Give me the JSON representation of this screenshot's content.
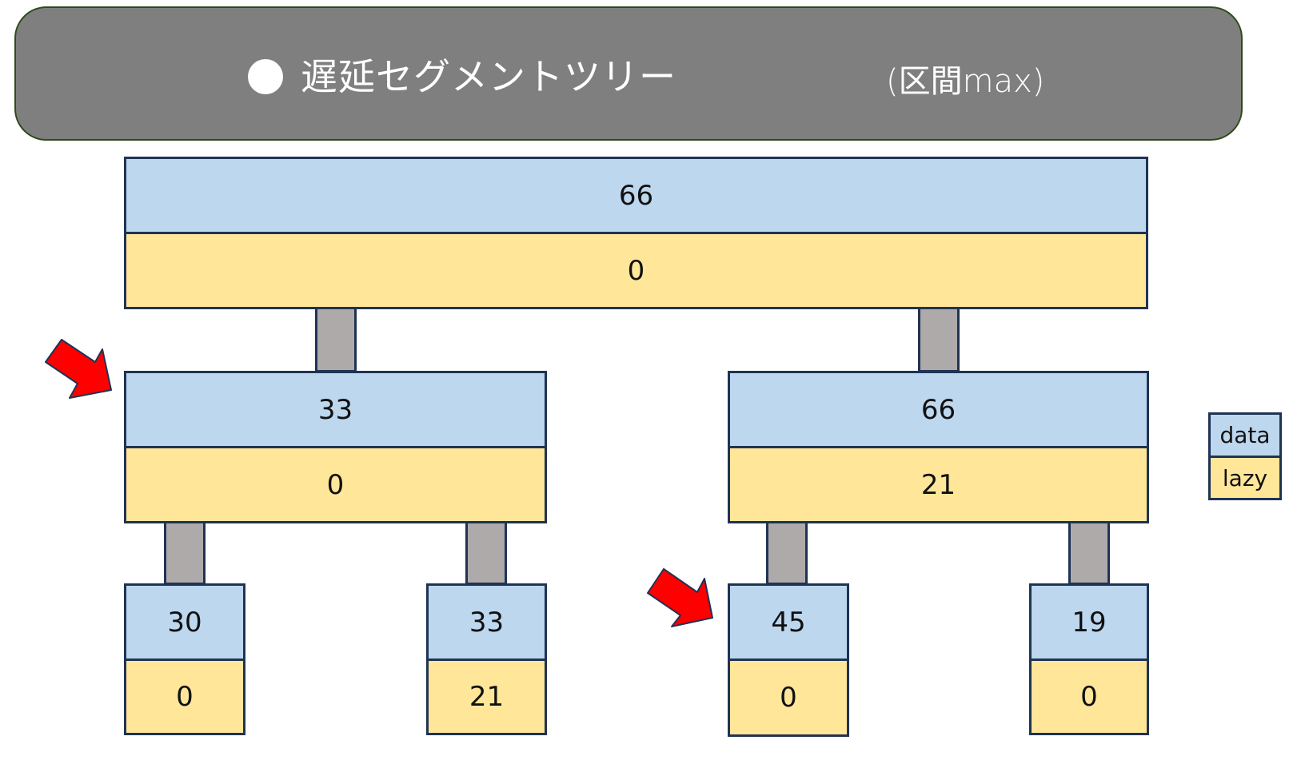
{
  "banner": {
    "title": "遅延セグメントツリー",
    "subtitle": "(区間max)",
    "bullet_icon": "filled-circle",
    "background_color": "#7f7f7f",
    "border_color": "#2e4a1a"
  },
  "colors": {
    "data_fill": "#bdd7ee",
    "lazy_fill": "#ffe699",
    "connector_fill": "#aeaaaa",
    "border": "#1f3354",
    "arrow": "#ff0000"
  },
  "tree": {
    "root": {
      "data": "66",
      "lazy": "0"
    },
    "level1": [
      {
        "data": "33",
        "lazy": "0"
      },
      {
        "data": "66",
        "lazy": "21"
      }
    ],
    "leaves": [
      {
        "data": "30",
        "lazy": "0"
      },
      {
        "data": "33",
        "lazy": "21"
      },
      {
        "data": "45",
        "lazy": "0"
      },
      {
        "data": "19",
        "lazy": "0"
      }
    ]
  },
  "legend": {
    "data_label": "data",
    "lazy_label": "lazy"
  },
  "annotations": [
    {
      "type": "arrow",
      "target": "level1-left-node"
    },
    {
      "type": "arrow",
      "target": "leaf-3-node"
    }
  ]
}
